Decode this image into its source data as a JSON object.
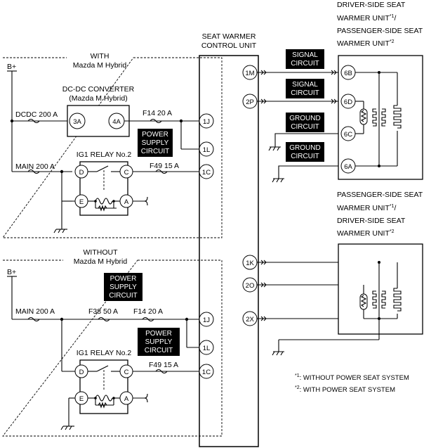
{
  "labels": {
    "driver_unit_l1": "DRIVER-SIDE SEAT",
    "driver_unit_l2": "WARMER UNIT",
    "driver_unit_sup": "*1",
    "driver_unit_l2b": "/",
    "driver_unit_l3": "PASSENGER-SIDE SEAT",
    "driver_unit_l4": "WARMER UNIT",
    "driver_unit_sup2": "*2",
    "pass_unit_l1": "PASSENGER-SIDE SEAT",
    "pass_unit_l2": "WARMER UNIT",
    "pass_unit_sup": "*1",
    "pass_unit_l2b": "/",
    "pass_unit_l3": "DRIVER-SIDE SEAT",
    "pass_unit_l4": "WARMER UNIT",
    "pass_unit_sup2": "*2",
    "control_unit_l1": "SEAT WARMER",
    "control_unit_l2": "CONTROL UNIT",
    "with_l1": "WITH",
    "with_l2": "Mazda M Hybrid",
    "without_l1": "WITHOUT",
    "without_l2": "Mazda M Hybrid",
    "bplus_top": "B+",
    "bplus_bottom": "B+",
    "dcdc_l1": "DC-DC CONVERTER",
    "dcdc_l2": "(Mazda M Hybrid)",
    "dcdc_fuse": "DCDC 200 A",
    "main_fuse_top": "MAIN 200 A",
    "main_fuse_bottom": "MAIN 200 A",
    "f14_top": "F14 20 A",
    "f14_bottom": "F14 20 A",
    "f49_top": "F49 15 A",
    "f49_bottom": "F49 15 A",
    "f38": "F38 50 A",
    "relay_top": "IG1 RELAY No.2",
    "relay_bottom": "IG1 RELAY No.2",
    "psc_l1": "POWER",
    "psc_l2": "SUPPLY",
    "psc_l3": "CIRCUIT",
    "signal_l1": "SIGNAL",
    "signal_l2": "CIRCUIT",
    "ground_l1": "GROUND",
    "ground_l2": "CIRCUIT",
    "note1_mark": "*1",
    "note1_text": ": WITHOUT POWER SEAT SYSTEM",
    "note2_mark": "*2",
    "note2_text": ": WITH POWER SEAT SYSTEM"
  },
  "terminals": {
    "dcdc_a": "3A",
    "dcdc_b": "4A",
    "cu_1j_top": "1J",
    "cu_1l_top": "1L",
    "cu_1c_top": "1C",
    "cu_1m": "1M",
    "cu_2p": "2P",
    "cu_1k": "1K",
    "cu_2o": "2O",
    "cu_2x": "2X",
    "cu_1j_bottom": "1J",
    "cu_1l_bottom": "1L",
    "cu_1c_bottom": "1C",
    "du_6b": "6B",
    "du_6d": "6D",
    "du_6c": "6C",
    "du_6a": "6A",
    "relay_d": "D",
    "relay_c": "C",
    "relay_e": "E",
    "relay_a": "A"
  }
}
